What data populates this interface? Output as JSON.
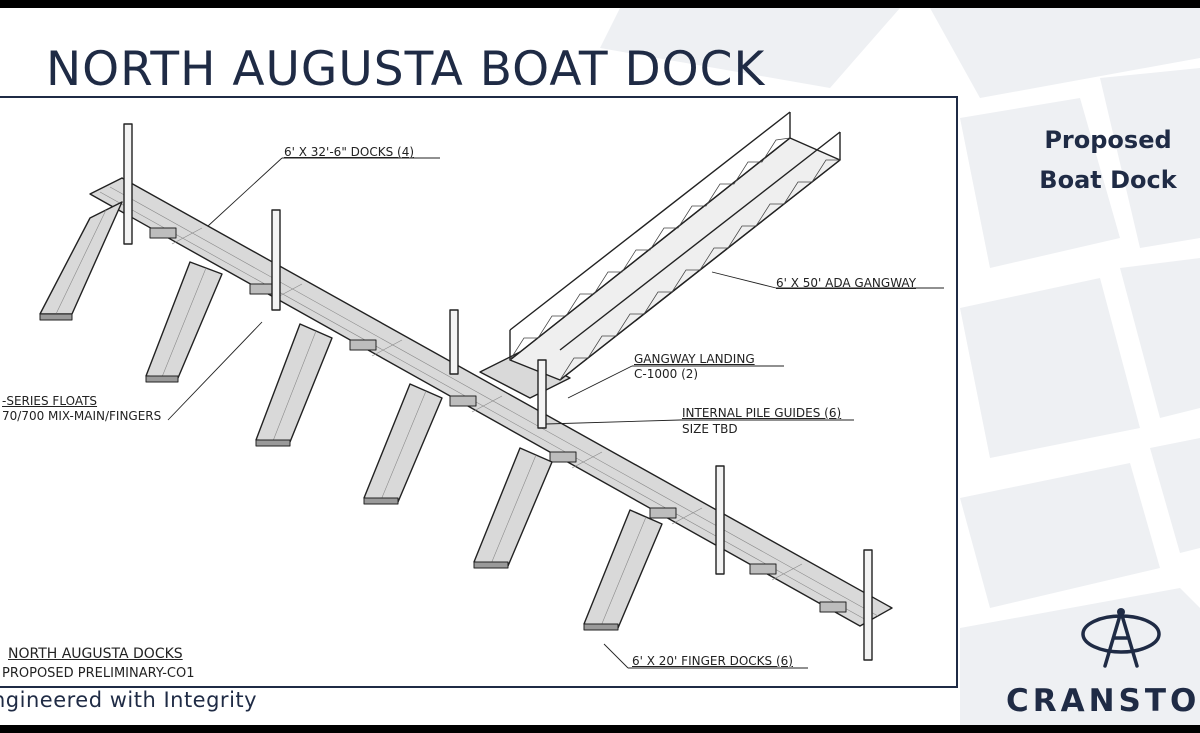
{
  "slide": {
    "title": "NORTH AUGUSTA BOAT DOCK",
    "side_title_line1": "Proposed",
    "side_title_line2": "Boat Dock",
    "tagline": "ngineered with Integrity",
    "logo_text": "CRANSTO"
  },
  "drawing": {
    "labels": {
      "docks": "6' X 32'-6\" DOCKS (4)",
      "gangway": "6' X 50' ADA GANGWAY",
      "landing_title": "GANGWAY LANDING",
      "landing_sub": "C-1000 (2)",
      "pile_guides_title": "INTERNAL PILE GUIDES (6)",
      "pile_guides_sub": "SIZE TBD",
      "floats_title": "-SERIES FLOATS",
      "floats_sub": "70/700 MIX-MAIN/FINGERS",
      "finger_docks": "6' X 20' FINGER DOCKS (6)"
    },
    "title_block": {
      "project": "NORTH AUGUSTA DOCKS",
      "status": "PROPOSED PRELIMINARY-CO1"
    }
  },
  "colors": {
    "navy": "#1f2b45",
    "line": "#222222",
    "pattern": "#eef0f3"
  },
  "icons": {
    "logo": "compass-logo-icon"
  }
}
